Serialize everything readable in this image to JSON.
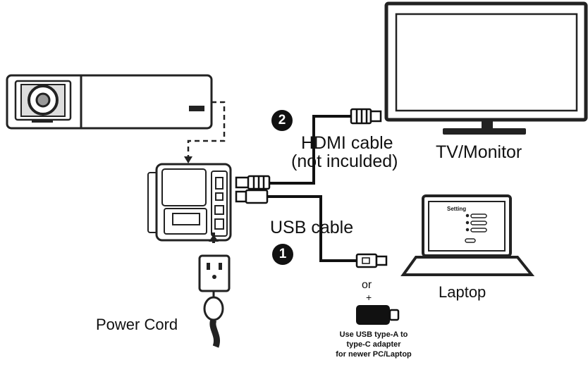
{
  "labels": {
    "step_2": "2",
    "step_1": "1",
    "hdmi_line1": "HDMI cable",
    "hdmi_line2": "(not inculded)",
    "tv": "TV/Monitor",
    "usb": "USB cable",
    "laptop": "Laptop",
    "or": "or",
    "plus": "+",
    "power": "Power Cord",
    "adapter_line1": "Use USB type-A to",
    "adapter_line2": "type-C adapter",
    "adapter_line3": "for newer PC/Laptop",
    "screen_title": "Setting"
  },
  "colors": {
    "ink": "#111111",
    "paper": "#ffffff"
  }
}
